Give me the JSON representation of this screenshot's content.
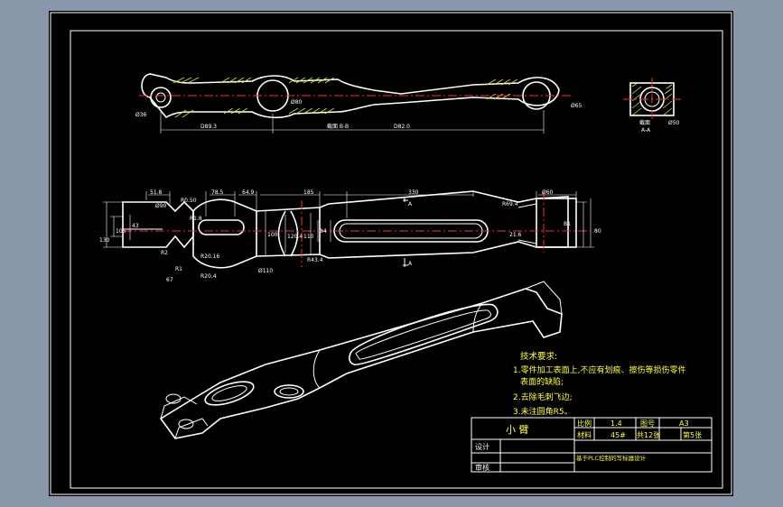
{
  "drawing": {
    "top_view": {
      "dims": {
        "left_dia": "Ø36",
        "mid_dia": "Ø80",
        "right_dia": "Ø65",
        "len_left": "D89.3",
        "section_label": "截面 B-B",
        "len_right": "D82.0"
      }
    },
    "section_view": {
      "dia": "Ø50",
      "label_line1": "截面",
      "label_line2": "A-A"
    },
    "front_view": {
      "dims": {
        "d_top1": "51.8",
        "d_top2": "78.5",
        "d_top3": "64.9",
        "d_top4": "185",
        "d_top5": "330",
        "d_right_dia": "Ø60",
        "d_r1": "Ø90",
        "d_r2": "R0.50",
        "d_r3": "R69.4",
        "d_right_h": "B1",
        "d_right_h2": "80",
        "d_left_h1": "43",
        "d_left_h2": "105",
        "d_left_h3": "130",
        "d_mid_h1": "100",
        "d_mid_h2": "120.4",
        "d_mid_h3": "110",
        "d_mid_h4": "84",
        "d_slot_r": "R20.16",
        "d_bot1": "Ø110",
        "d_bot2": "R43.4",
        "d_bot3": "R20.4",
        "d_bot4": "67",
        "d_r5": "R2",
        "d_r6": "R1",
        "d_side": "R1.8",
        "d_rr": "21.6",
        "d_a1": "A",
        "d_a2": "A"
      }
    }
  },
  "tech_requirements": {
    "title": "技术要求:",
    "lines": [
      "1.零件加工表面上,不应有划痕、擦伤等损伤零件",
      "表面的缺陷;",
      "2.去除毛刺飞边;",
      "3.未注圆角R5。"
    ]
  },
  "title_block": {
    "part_name": "小 臂",
    "scale_label": "比例",
    "scale_value": "1.4",
    "drawing_no_label": "图号",
    "drawing_no_value": "A3",
    "material_label": "材料",
    "material_value": "45#",
    "total_sheets": "共12张",
    "sheet_no": "第5张",
    "designer_label": "设计",
    "checker_label": "审核",
    "company": "基于PLC控制的写标器设计"
  }
}
